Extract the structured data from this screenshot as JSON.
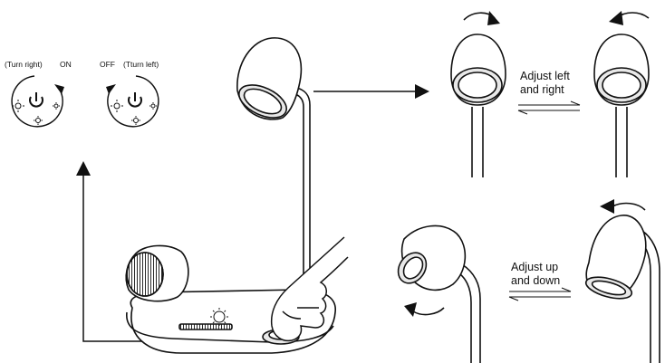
{
  "switch_on": {
    "direction": "(Turn right)",
    "state": "ON"
  },
  "switch_off": {
    "state": "OFF",
    "direction": "(Tturn left)"
  },
  "adjust_lr": {
    "line1": "Adjust left",
    "line2": "and right"
  },
  "adjust_ud": {
    "line1": "Adjust up",
    "line2": "and down"
  },
  "icons": [
    "power-icon",
    "sun-icon",
    "rotate-arrow-icon",
    "wireless-charging-icon"
  ],
  "colors": {
    "line": "#111111",
    "background": "#ffffff",
    "fill_grey": "#e8e8e8"
  }
}
